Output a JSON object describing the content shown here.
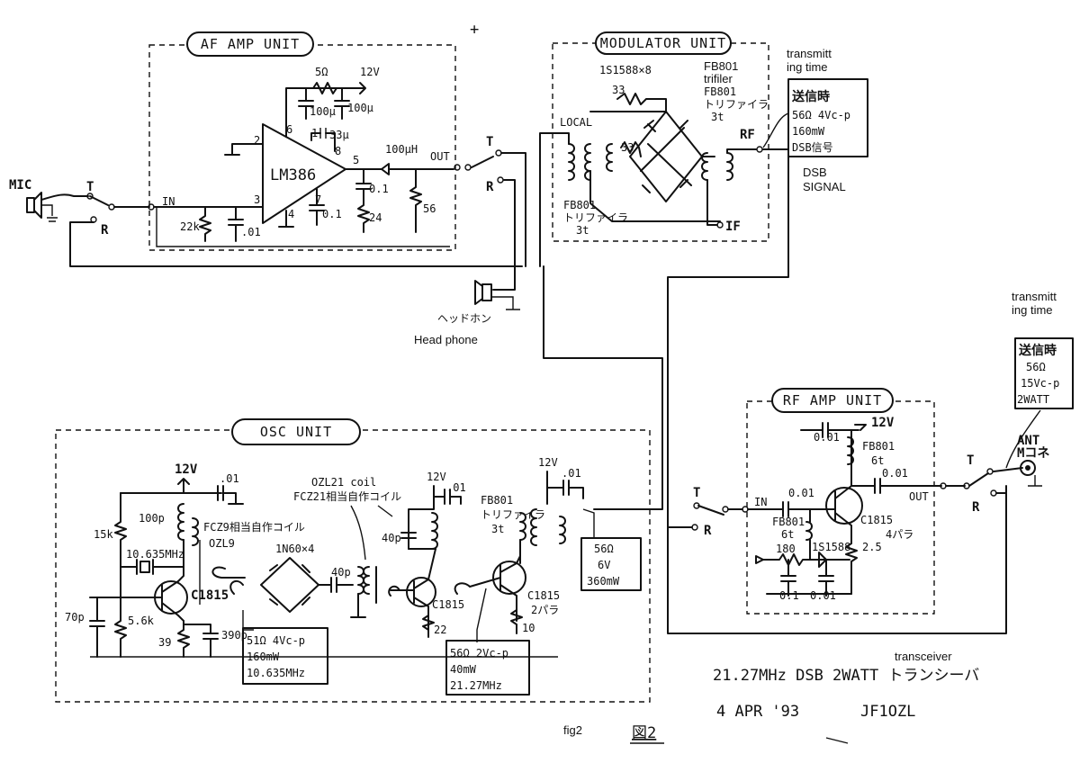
{
  "figure": {
    "top_mark": "+",
    "fig_label": "fig2",
    "fig_number": "図2",
    "title_jp": "21.27MHz DSB 2WATT トランシーバ",
    "title_en": "transceiver",
    "date": "4 APR '93",
    "callsign": "JF1OZL"
  },
  "units": {
    "af": "AF AMP UNIT",
    "mod": "MODULATOR UNIT",
    "osc": "OSC UNIT",
    "rf": "RF AMP UNIT"
  },
  "af": {
    "mic": "MIC",
    "t": "T",
    "r": "R",
    "in": "IN",
    "r_in": "22k",
    "c_in": ".01",
    "ic": "LM386",
    "pin2": "2",
    "pin3": "3",
    "pin4": "4",
    "pin5": "5",
    "pin6": "6",
    "pin7": "7",
    "pin8": "8",
    "pin1": "1",
    "r_top": "5Ω",
    "v12": "12V",
    "c_100u_a": "100μ",
    "c_100u_b": "100μ",
    "c_33u": "33μ",
    "c_01_pin7": "0.1",
    "choke": "100μH",
    "out": "OUT",
    "c_out": "0.1",
    "r_out1": "24",
    "r_out2": "56",
    "sw_t": "T",
    "sw_r": "R",
    "headphone_jp": "ヘッドホン",
    "headphone_en": "Head phone"
  },
  "mod": {
    "diodes": "1S1588×8",
    "fb_title": "FB801",
    "fb_trifiler": "trifiler",
    "fb_jp1": "FB801",
    "fb_jp2": "トリファイラ",
    "fb_jp3": "3t",
    "r33": "33",
    "r33b": "33",
    "local": "LOCAL",
    "fb_left1": "FB801",
    "fb_left2": "トリファイラ",
    "fb_left3": "3t",
    "rf": "RF",
    "if": "IF",
    "tx_en1": "transmitt",
    "tx_en2": "ing time",
    "tx_jp": "送信時",
    "tx_l1": "56Ω 4Vc-p",
    "tx_l2": "160mW",
    "tx_l3": "DSB信号",
    "dsb1": "DSB",
    "dsb2": "SIGNAL"
  },
  "osc": {
    "v12": "12V",
    "c01": ".01",
    "r15k": "15k",
    "c100p": "100p",
    "coil_jp": "FCZ9相当自作コイル",
    "coil": "OZL9",
    "xtal": "10.635MHz",
    "tr": "C1815",
    "c70p": "70p",
    "r56k": "5.6k",
    "r39": "39",
    "c390p": "390p",
    "diodes": "1N60×4",
    "c40p": "40p",
    "box1_l1": "51Ω 4Vc-p",
    "box1_l2": "160mW",
    "box1_l3": "10.635MHz",
    "ozl21_coil": "OZL21 coil",
    "ozl21_jp": "FCZ21相当自作コイル",
    "v12b": "12V",
    "c01b": ".01",
    "c40pb": "40p",
    "tr2": "C1815",
    "r22": "22",
    "fb_1": "FB801",
    "fb_2": "トリファイラ",
    "fb_3": "3t",
    "v12c": "12V",
    "c01c": ".01",
    "tr3": "C1815",
    "tr3b": "2パラ",
    "r10": "10",
    "box2_l1": "56Ω 2Vc-p",
    "box2_l2": "40mW",
    "box2_l3": "21.27MHz",
    "box3_l1": "56Ω",
    "box3_l2": "6V",
    "box3_l3": "360mW"
  },
  "rf": {
    "c001a": "0.01",
    "v12": "12V",
    "fb": "FB801",
    "fb_t": "6t",
    "c001b": "0.01",
    "out": "OUT",
    "in": "IN",
    "c001c": "0.01",
    "fb2": "FB801",
    "fb2_t": "6t",
    "diode": "1S1588",
    "tr": "C1815",
    "tr_par": "4パラ",
    "r25": "2.5",
    "r180": "180",
    "c01": "0.1",
    "c001d": "0.01",
    "sw_t": "T",
    "sw_r": "R",
    "sw2_t": "T",
    "sw2_r": "R",
    "ant": "ANT",
    "ant2": "Mコネ",
    "tx_en1": "transmitt",
    "tx_en2": "ing time",
    "tx_jp": "送信時",
    "tx_l1": "56Ω",
    "tx_l2": "15Vc-p",
    "tx_l3": "2WATT"
  }
}
